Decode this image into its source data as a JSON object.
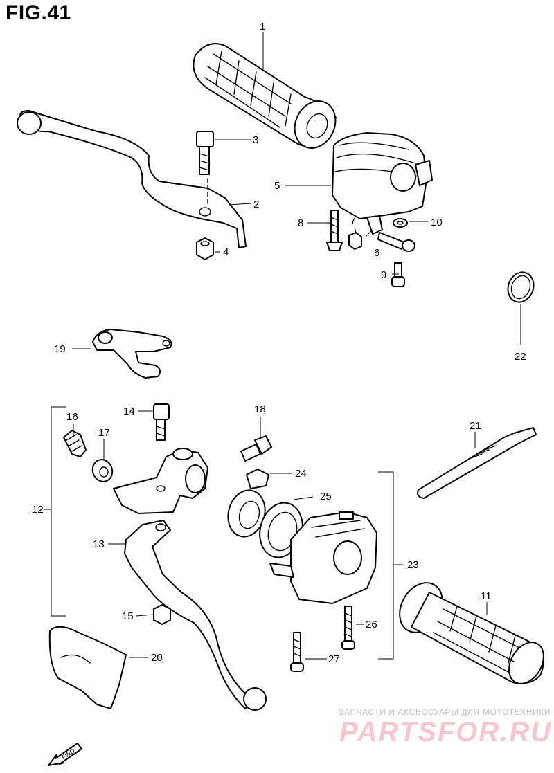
{
  "figure": {
    "title": "FIG.41"
  },
  "callouts": {
    "p1": "1",
    "p2": "2",
    "p3": "3",
    "p4": "4",
    "p5": "5",
    "p6": "6",
    "p7": "7",
    "p8": "8",
    "p9": "9",
    "p10": "10",
    "p11": "11",
    "p12": "12",
    "p13": "13",
    "p14": "14",
    "p15": "15",
    "p16": "16",
    "p17": "17",
    "p18": "18",
    "p19": "19",
    "p20": "20",
    "p21": "21",
    "p22": "22",
    "p23": "23",
    "p24": "24",
    "p25": "25",
    "p26": "26",
    "p27": "27"
  },
  "direction_marker": {
    "label": "FWD",
    "icon": "fwd-arrow-icon"
  },
  "watermark": {
    "tagline": "ЗАПЧАСТИ И АКСЕССУАРЫ ДЛЯ МОТОТЕХНИКИ",
    "logo": "PARTSFOR.RU"
  }
}
